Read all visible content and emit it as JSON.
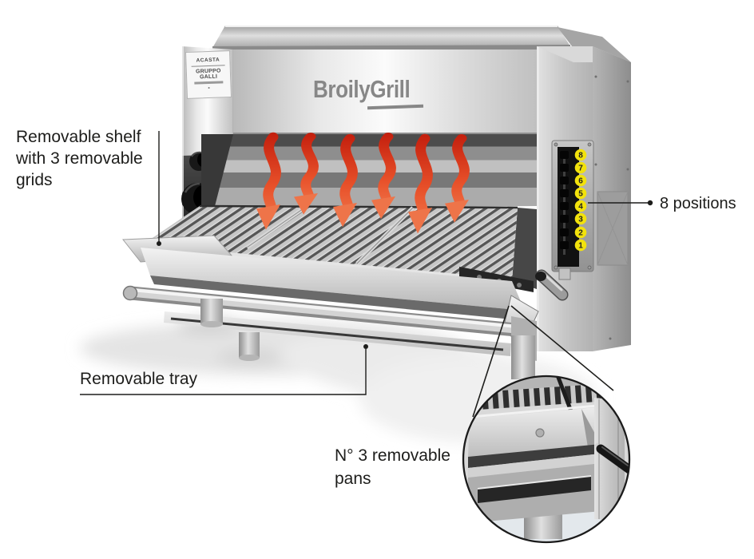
{
  "brand": {
    "logo_part1": "Broily",
    "logo_part2": "Grill",
    "plate_maker": "ACASTA",
    "plate_group": "GRUPPO GALLI"
  },
  "annotations": {
    "shelf_line1": "Removable shelf",
    "shelf_line2": "with 3 removable",
    "shelf_line3": "grids",
    "positions": "8 positions",
    "tray": "Removable tray",
    "pans_line1": "N° 3 removable",
    "pans_line2": "pans"
  },
  "position_scale": {
    "numbers": [
      "8",
      "7",
      "6",
      "5",
      "4",
      "3",
      "2",
      "1"
    ],
    "badge_color": "#f2e20c"
  },
  "heat_arrows": {
    "count": 6,
    "gradient_top": "#c4200e",
    "gradient_bottom": "#f07e52"
  },
  "colors": {
    "annotation_text": "#1d1d1b",
    "leader_line": "#1d1d1b",
    "logo_gray": "#878787",
    "background": "#ffffff"
  }
}
